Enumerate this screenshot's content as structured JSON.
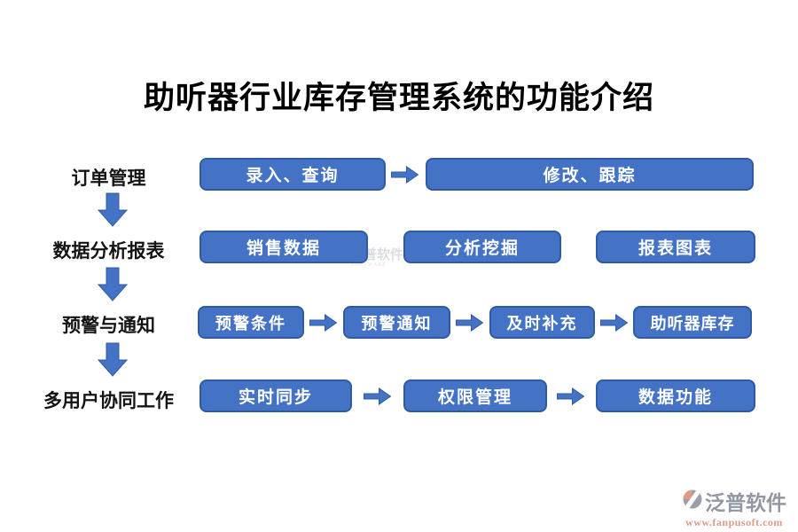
{
  "title": "助听器行业库存管理系统的功能介绍",
  "colors": {
    "box_fill": "#4472C4",
    "box_border": "#2F5BA5",
    "arrow_fill": "#4472C4",
    "title_color": "#000000",
    "label_color": "#141414",
    "logo_gray": "#9298A2",
    "logo_salmon": "#DE9C85"
  },
  "rows": [
    {
      "label": "订单管理",
      "boxes": [
        "录入、查询",
        "修改、跟踪"
      ]
    },
    {
      "label": "数据分析报表",
      "boxes": [
        "销售数据",
        "分析挖掘",
        "报表图表"
      ]
    },
    {
      "label": "预警与通知",
      "boxes": [
        "预警条件",
        "预警通知",
        "及时补充",
        "助听器库存"
      ]
    },
    {
      "label": "多用户协同工作",
      "boxes": [
        "实时同步",
        "权限管理",
        "数据功能"
      ]
    }
  ],
  "watermark": {
    "name": "泛普软件",
    "subtext": "SOFTWARE"
  },
  "footer_logo": {
    "name": "泛普软件",
    "url": "www.fanpusoft.com"
  }
}
